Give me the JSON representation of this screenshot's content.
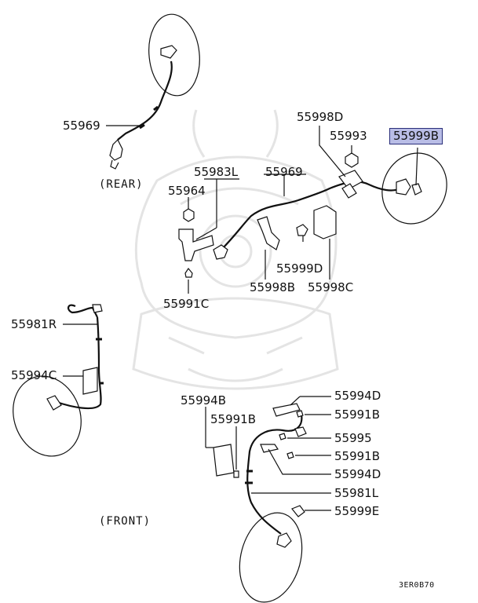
{
  "labels": {
    "p55969_rear": "55969",
    "rear": "(REAR)",
    "p55998D": "55998D",
    "p55993": "55993",
    "p55999B": "55999B",
    "p55983L": "55983L",
    "p55969_mid": "55969",
    "p55964": "55964",
    "p55999D": "55999D",
    "p55998B": "55998B",
    "p55998C": "55998C",
    "p55991C": "55991C",
    "p55981R": "55981R",
    "p55994C": "55994C",
    "p55994D_a": "55994D",
    "p55994B": "55994B",
    "p55991B_a": "55991B",
    "p55991B_top": "55991B",
    "p55995": "55995",
    "p55991B_b": "55991B",
    "p55994D_b": "55994D",
    "p55981L": "55981L",
    "p55999E": "55999E",
    "front": "(FRONT)",
    "diagram_code": "3ER0B70"
  },
  "highlight": {
    "part": "55999B",
    "color": "#b9bde6"
  },
  "colors": {
    "line": "#111111",
    "watermark": "#e6e6e6"
  }
}
